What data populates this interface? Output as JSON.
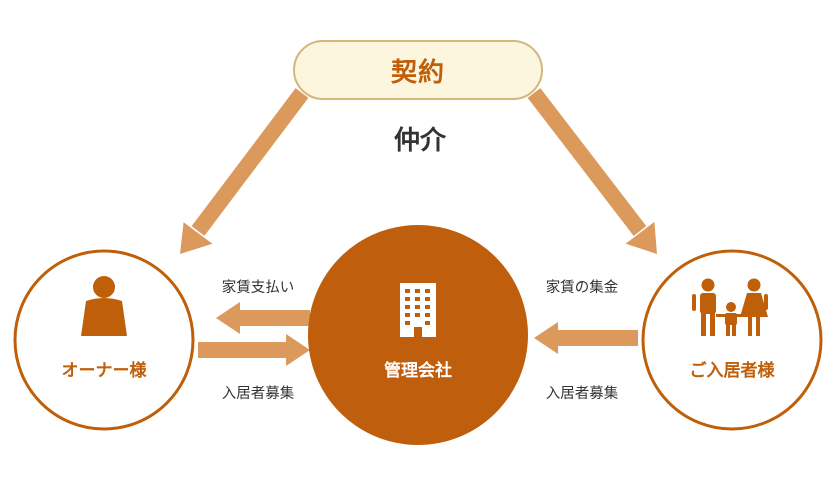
{
  "contract": {
    "label": "契約"
  },
  "mediation": {
    "label": "仲介"
  },
  "owner": {
    "label": "オーナー様",
    "icon": "person-icon"
  },
  "management": {
    "label": "管理会社",
    "icon": "building-icon"
  },
  "tenant": {
    "label": "ご入居者様",
    "icon": "family-icon"
  },
  "edges": {
    "rent_payment": "家賃支払い",
    "owner_recruit": "入居者募集",
    "rent_collection": "家賃の集金",
    "tenant_recruit": "入居者募集"
  },
  "colors": {
    "accent": "#c05f0a",
    "arrow": "#db9a5c",
    "circle_fill": "#bf5f0e",
    "contract_fill": "#fdf6df",
    "contract_border": "#d4b77d",
    "text": "#333333"
  }
}
